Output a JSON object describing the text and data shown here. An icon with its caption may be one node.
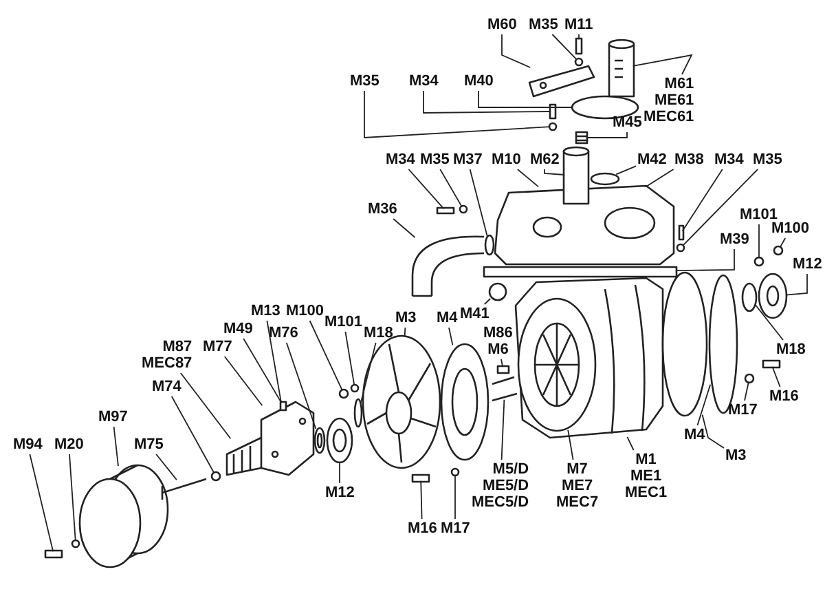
{
  "diagram": {
    "nodes": [
      {
        "text": [
          "M60"
        ]
      },
      {
        "text": [
          "M35"
        ]
      },
      {
        "text": [
          "M11"
        ]
      },
      {
        "text": [
          "M61 ME61 MEC61"
        ]
      },
      {
        "text": [
          "M35"
        ]
      },
      {
        "text": [
          "M34"
        ]
      },
      {
        "text": [
          "M40"
        ]
      },
      {
        "text": [
          "M45"
        ]
      },
      {
        "text": [
          "M34"
        ]
      },
      {
        "text": [
          "M35"
        ]
      },
      {
        "text": [
          "M37"
        ]
      },
      {
        "text": [
          "M10"
        ]
      },
      {
        "text": [
          "M62"
        ]
      },
      {
        "text": [
          "M42"
        ]
      },
      {
        "text": [
          "M38"
        ]
      },
      {
        "text": [
          "M34"
        ]
      },
      {
        "text": [
          "M35"
        ]
      },
      {
        "text": [
          "M36"
        ]
      },
      {
        "text": [
          "M101"
        ]
      },
      {
        "text": [
          "M100"
        ]
      },
      {
        "text": [
          "M39"
        ]
      },
      {
        "text": [
          "M41"
        ]
      },
      {
        "text": [
          "M12"
        ]
      },
      {
        "text": [
          "M13"
        ]
      },
      {
        "text": [
          "M100"
        ]
      },
      {
        "text": [
          "M49"
        ]
      },
      {
        "text": [
          "M76"
        ]
      },
      {
        "text": [
          "M101"
        ]
      },
      {
        "text": [
          "M3"
        ]
      },
      {
        "text": [
          "M4"
        ]
      },
      {
        "text": [
          "M87 MEC87"
        ]
      },
      {
        "text": [
          "M77"
        ]
      },
      {
        "text": [
          "M18"
        ]
      },
      {
        "text": [
          "M86 M6"
        ]
      },
      {
        "text": [
          "M18"
        ]
      },
      {
        "text": [
          "M74"
        ]
      },
      {
        "text": [
          "M97"
        ]
      },
      {
        "text": [
          "M17"
        ]
      },
      {
        "text": [
          "M16"
        ]
      },
      {
        "text": [
          "M94"
        ]
      },
      {
        "text": [
          "M20"
        ]
      },
      {
        "text": [
          "M75"
        ]
      },
      {
        "text": [
          "M4"
        ]
      },
      {
        "text": [
          "M3"
        ]
      },
      {
        "text": [
          "M12"
        ]
      },
      {
        "text": [
          "M5/D ME5/D MEC5/D"
        ]
      },
      {
        "text": [
          "M7 ME7 MEC7"
        ]
      },
      {
        "text": [
          "M1 ME1 MEC1"
        ]
      },
      {
        "text": [
          "M16"
        ]
      },
      {
        "text": [
          "M17"
        ]
      },
      {
        "text": [],
        "shape": "picture"
      },
      {
        "text": [],
        "shape": "circle"
      },
      {
        "text": [],
        "shape": "box"
      },
      {
        "text": [],
        "shape": "picture"
      },
      {
        "text": [],
        "shape": "circle"
      },
      {
        "text": [],
        "shape": "box"
      },
      {
        "text": [],
        "shape": "circle"
      },
      {
        "text": [],
        "shape": "picture"
      },
      {
        "text": [],
        "shape": "box"
      },
      {
        "text": [],
        "shape": "circle"
      },
      {
        "text": [],
        "shape": "circle"
      },
      {
        "text": [],
        "shape": "picture"
      },
      {
        "text": [],
        "shape": "cylinder"
      },
      {
        "text": [],
        "shape": "circle"
      },
      {
        "text": [],
        "shape": "box"
      },
      {
        "text": [],
        "shape": "circle"
      },
      {
        "text": [],
        "shape": "picture"
      },
      {
        "text": [],
        "shape": "circle"
      },
      {
        "text": [],
        "shape": "circle"
      },
      {
        "text": [],
        "shape": "box"
      },
      {
        "text": [],
        "shape": "circle"
      },
      {
        "text": [],
        "shape": "picture"
      },
      {
        "text": [],
        "shape": "picture"
      },
      {
        "text": [],
        "shape": "circle"
      },
      {
        "text": [],
        "shape": "box"
      },
      {
        "text": [],
        "shape": "picture"
      },
      {
        "text": [],
        "shape": "circle"
      },
      {
        "text": [],
        "shape": "picture"
      },
      {
        "text": [],
        "shape": "picture"
      },
      {
        "text": [],
        "shape": "picture"
      },
      {
        "text": [],
        "shape": "circle"
      },
      {
        "text": [],
        "shape": "box"
      },
      {
        "text": [],
        "shape": "circle"
      },
      {
        "text": [],
        "shape": "circle"
      },
      {
        "text": [],
        "shape": "picture"
      },
      {
        "text": [],
        "shape": "circle"
      },
      {
        "text": [],
        "shape": "box"
      },
      {
        "text": [],
        "shape": "box"
      },
      {
        "text": [],
        "shape": "circle"
      },
      {
        "text": [],
        "shape": "picture"
      },
      {
        "text": [],
        "shape": "circle"
      },
      {
        "text": [],
        "shape": "circle"
      },
      {
        "text": [],
        "shape": "picture"
      },
      {
        "text": [],
        "shape": "picture"
      },
      {
        "text": [],
        "shape": "picture",
        "in": 95
      },
      {
        "text": [],
        "shape": "picture"
      },
      {
        "text": [],
        "shape": "box"
      },
      {
        "text": [],
        "shape": "circle"
      }
    ],
    "edges": [
      {
        "from": 0,
        "to": 50,
        "arrow": "none"
      },
      {
        "from": 1,
        "to": 51,
        "arrow": "none"
      },
      {
        "from": 2,
        "to": 52,
        "arrow": "none"
      },
      {
        "from": 3,
        "to": 53,
        "arrow": "none"
      },
      {
        "from": 4,
        "to": 54,
        "arrow": "none"
      },
      {
        "from": 5,
        "to": 55,
        "arrow": "none"
      },
      {
        "from": 6,
        "to": 56,
        "arrow": "none"
      },
      {
        "from": 7,
        "to": 57,
        "arrow": "none"
      },
      {
        "from": 8,
        "to": 58,
        "arrow": "none"
      },
      {
        "from": 9,
        "to": 59,
        "arrow": "none"
      },
      {
        "from": 10,
        "to": 60,
        "arrow": "none"
      },
      {
        "from": 11,
        "to": 61,
        "arrow": "none"
      },
      {
        "from": 12,
        "to": 62,
        "arrow": "none"
      },
      {
        "from": 13,
        "to": 63,
        "arrow": "none"
      },
      {
        "from": 14,
        "to": 61,
        "arrow": "none"
      },
      {
        "from": 15,
        "to": 64,
        "arrow": "none"
      },
      {
        "from": 16,
        "to": 65,
        "arrow": "none"
      },
      {
        "from": 17,
        "to": 66,
        "arrow": "none"
      },
      {
        "from": 18,
        "to": 67,
        "arrow": "none"
      },
      {
        "from": 19,
        "to": 68,
        "arrow": "none"
      },
      {
        "from": 20,
        "to": 69,
        "arrow": "none"
      },
      {
        "from": 21,
        "to": 70,
        "arrow": "none"
      },
      {
        "from": 22,
        "to": 71,
        "arrow": "none"
      },
      {
        "from": 23,
        "to": 72,
        "arrow": "none"
      },
      {
        "from": 24,
        "to": 73,
        "arrow": "none"
      },
      {
        "from": 25,
        "to": 74,
        "arrow": "none"
      },
      {
        "from": 26,
        "to": 75,
        "arrow": "none"
      },
      {
        "from": 27,
        "to": 76,
        "arrow": "none"
      },
      {
        "from": 28,
        "to": 77,
        "arrow": "none"
      },
      {
        "from": 29,
        "to": 78,
        "arrow": "none"
      },
      {
        "from": 30,
        "to": 79,
        "arrow": "none"
      },
      {
        "from": 31,
        "to": 72,
        "arrow": "none"
      },
      {
        "from": 32,
        "to": 80,
        "arrow": "none"
      },
      {
        "from": 33,
        "to": 81,
        "arrow": "none"
      },
      {
        "from": 34,
        "to": 82,
        "arrow": "none"
      },
      {
        "from": 35,
        "to": 83,
        "arrow": "none"
      },
      {
        "from": 36,
        "to": 84,
        "arrow": "none"
      },
      {
        "from": 37,
        "to": 85,
        "arrow": "none"
      },
      {
        "from": 38,
        "to": 86,
        "arrow": "none"
      },
      {
        "from": 39,
        "to": 87,
        "arrow": "none"
      },
      {
        "from": 40,
        "to": 88,
        "arrow": "none"
      },
      {
        "from": 41,
        "to": 89,
        "arrow": "none"
      },
      {
        "from": 42,
        "to": 90,
        "arrow": "none"
      },
      {
        "from": 43,
        "to": 91,
        "arrow": "none"
      },
      {
        "from": 44,
        "to": 92,
        "arrow": "none"
      },
      {
        "from": 45,
        "to": 93,
        "arrow": "none"
      },
      {
        "from": 46,
        "to": 94,
        "arrow": "none"
      },
      {
        "from": 47,
        "to": 95,
        "arrow": "none"
      },
      {
        "from": 48,
        "to": 96,
        "arrow": "none"
      },
      {
        "from": 49,
        "to": 97,
        "arrow": "none"
      }
    ]
  }
}
